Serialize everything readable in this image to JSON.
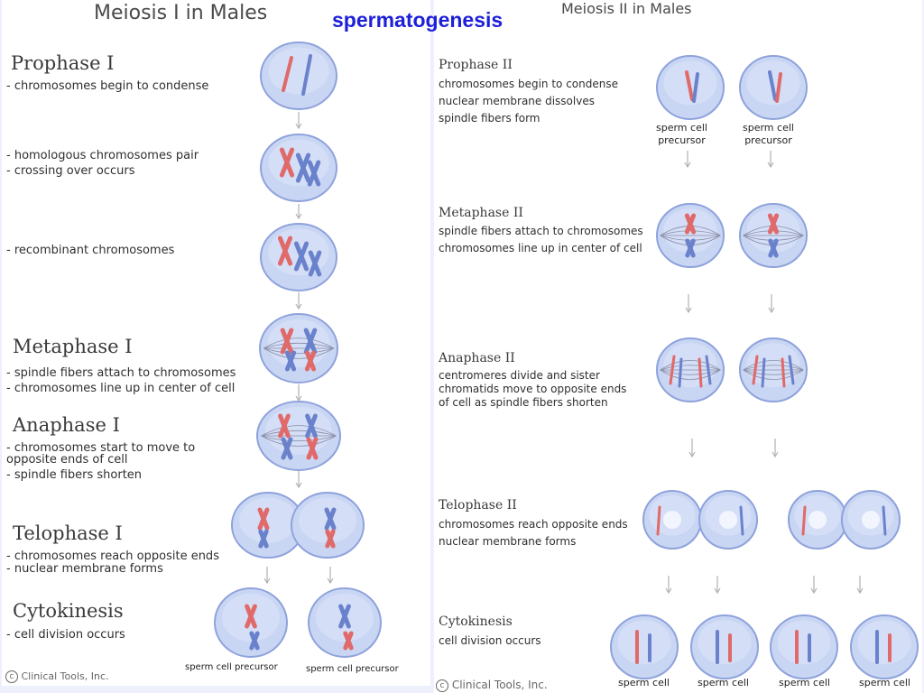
{
  "header": {
    "title": "spermatogenesis"
  },
  "meiosis1": {
    "title": "Meiosis I in Males",
    "stages": [
      {
        "name": "Prophase I",
        "lines": [
          "- chromosomes begin to condense"
        ]
      },
      {
        "name": "",
        "lines": [
          "- homologous chromosomes pair",
          "- crossing over occurs"
        ]
      },
      {
        "name": "",
        "lines": [
          "- recombinant chromosomes"
        ]
      },
      {
        "name": "Metaphase I",
        "lines": [
          "- spindle fibers attach to chromosomes",
          "- chromosomes line up in center of cell"
        ]
      },
      {
        "name": "Anaphase I",
        "lines": [
          "- chromosomes start to move to",
          "opposite ends of cell",
          "- spindle fibers shorten"
        ]
      },
      {
        "name": "Telophase I",
        "lines": [
          "- chromosomes reach opposite ends",
          "- nuclear membrane forms"
        ]
      },
      {
        "name": "Cytokinesis",
        "lines": [
          "- cell division occurs"
        ]
      }
    ],
    "cell_labels": [
      "sperm cell precursor",
      "sperm cell precursor"
    ],
    "credit": "Clinical Tools, Inc."
  },
  "meiosis2": {
    "title": "Meiosis II in Males",
    "stages": [
      {
        "name": "Prophase II",
        "lines": [
          "chromosomes begin to condense",
          "nuclear membrane dissolves",
          "spindle fibers form"
        ]
      },
      {
        "name": "Metaphase II",
        "lines": [
          "spindle fibers attach to chromosomes",
          "chromosomes line up in center of cell"
        ]
      },
      {
        "name": "Anaphase II",
        "lines": [
          "centromeres divide and sister",
          "chromatids move to opposite ends",
          "of cell as spindle fibers shorten"
        ]
      },
      {
        "name": "Telophase II",
        "lines": [
          "chromosomes reach opposite ends",
          "nuclear membrane forms"
        ]
      },
      {
        "name": "Cytokinesis",
        "lines": [
          "cell division occurs"
        ]
      }
    ],
    "precursor_labels": [
      [
        "sperm cell",
        "precursor"
      ],
      [
        "sperm cell",
        "precursor"
      ]
    ],
    "sperm_labels": [
      "sperm cell",
      "sperm cell",
      "sperm cell",
      "sperm cell"
    ],
    "credit": "Clinical Tools, Inc."
  },
  "colors": {
    "title_blue": "#1d20d8",
    "cell_fill": "#c9d6f3",
    "cell_edge": "#8ea2dc",
    "chromosome_red": "#e06a6a",
    "chromosome_blue": "#6a82cc",
    "arrow": "#b0b0b8"
  },
  "icons": {
    "credit_icon": "copyright-icon"
  }
}
